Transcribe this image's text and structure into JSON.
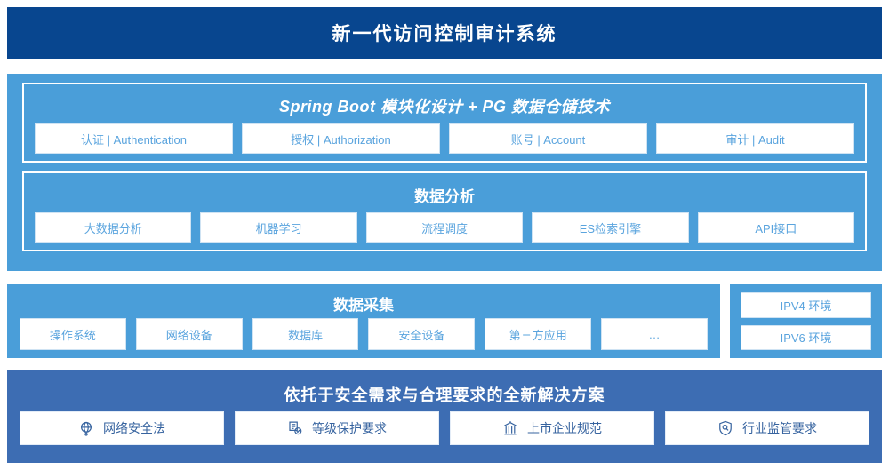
{
  "header": {
    "title": "新一代访问控制审计系统"
  },
  "stack": {
    "springboot": {
      "title": "Spring Boot 模块化设计 + PG 数据仓储技术",
      "modules": [
        {
          "label": "认证 | Authentication"
        },
        {
          "label": "授权 | Authorization"
        },
        {
          "label": "账号 | Account"
        },
        {
          "label": "审计 | Audit"
        }
      ]
    },
    "analysis": {
      "title": "数据分析",
      "modules": [
        {
          "label": "大数据分析"
        },
        {
          "label": "机器学习"
        },
        {
          "label": "流程调度"
        },
        {
          "label": "ES检索引擎"
        },
        {
          "label": "API接口"
        }
      ]
    }
  },
  "collect": {
    "title": "数据采集",
    "sources": [
      {
        "label": "操作系统"
      },
      {
        "label": "网络设备"
      },
      {
        "label": "数据库"
      },
      {
        "label": "安全设备"
      },
      {
        "label": "第三方应用"
      },
      {
        "label": "…"
      }
    ]
  },
  "ipv": {
    "items": [
      {
        "label": "IPV4 环境"
      },
      {
        "label": "IPV6 环境"
      }
    ]
  },
  "compliance": {
    "title": "依托于安全需求与合理要求的全新解决方案",
    "items": [
      {
        "label": "网络安全法",
        "icon": "globe-icon"
      },
      {
        "label": "等级保护要求",
        "icon": "document-check-icon"
      },
      {
        "label": "上市企业规范",
        "icon": "bank-building-icon"
      },
      {
        "label": "行业监管要求",
        "icon": "shield-search-icon"
      }
    ]
  },
  "colors": {
    "header_bg": "#08468f",
    "panel_blue": "#4a9ed9",
    "bottom_blue": "#3d6db3",
    "chip_text": "#5aa4de",
    "compliance_text": "#36639f",
    "chip_bg": "#ffffff"
  }
}
